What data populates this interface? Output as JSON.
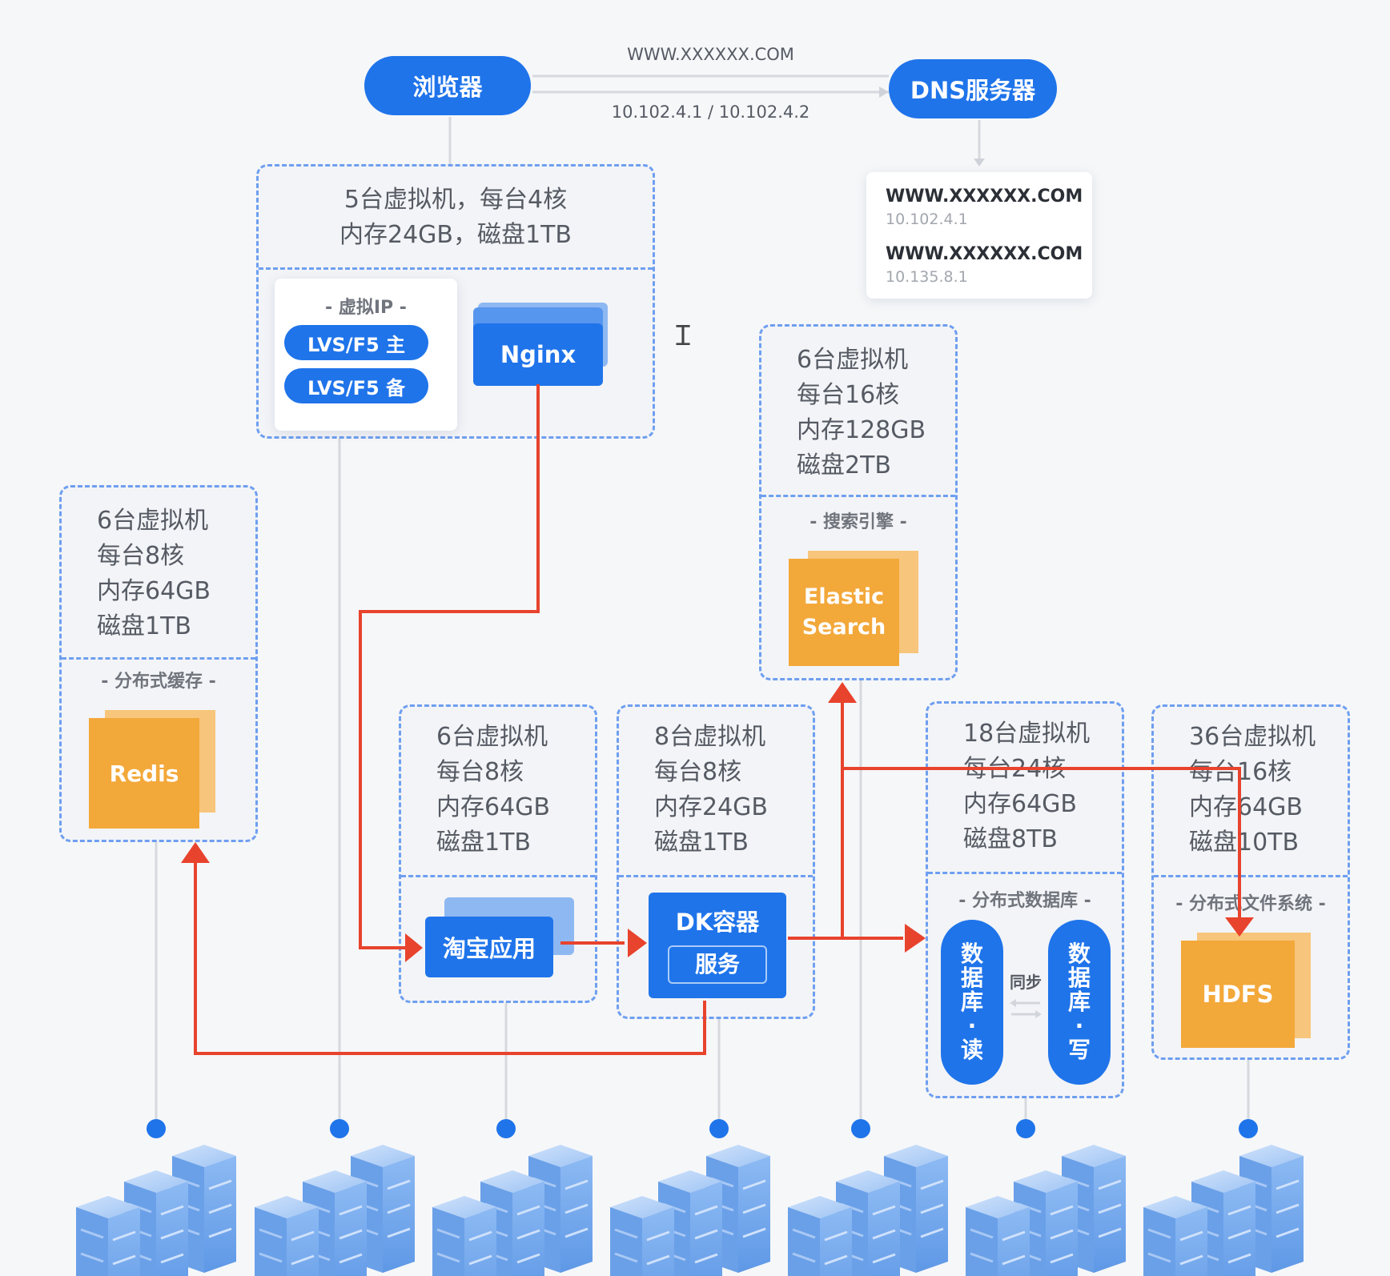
{
  "top": {
    "browser_label": "浏览器",
    "dns_label": "DNS服务器",
    "domain_label": "WWW.XXXXXX.COM",
    "ip_label": "10.102.4.1 / 10.102.4.2"
  },
  "dns_card": {
    "entries": [
      {
        "domain": "WWW.XXXXXX.COM",
        "ip": "10.102.4.1"
      },
      {
        "domain": "WWW.XXXXXX.COM",
        "ip": "10.135.8.1"
      }
    ]
  },
  "lb_panel": {
    "spec_line1": "5台虚拟机，每台4核",
    "spec_line2": "内存24GB，磁盘1TB",
    "vip_label": "- 虚拟IP -",
    "lvs_main": "LVS/F5 主",
    "lvs_backup": "LVS/F5 备",
    "nginx": "Nginx"
  },
  "cache_panel": {
    "spec": [
      "6台虚拟机",
      "每台8核",
      "内存64GB",
      "磁盘1TB"
    ],
    "section": "- 分布式缓存 -",
    "component": "Redis"
  },
  "search_panel": {
    "spec": [
      "6台虚拟机",
      "每台16核",
      "内存128GB",
      "磁盘2TB"
    ],
    "section": "- 搜索引擎 -",
    "component_line1": "Elastic",
    "component_line2": "Search"
  },
  "app_panel": {
    "spec": [
      "6台虚拟机",
      "每台8核",
      "内存64GB",
      "磁盘1TB"
    ],
    "component": "淘宝应用"
  },
  "service_panel": {
    "spec": [
      "8台虚拟机",
      "每台8核",
      "内存24GB",
      "磁盘1TB"
    ],
    "component": "DK容器",
    "inner": "服务"
  },
  "db_panel": {
    "spec": [
      "18台虚拟机",
      "每台24核",
      "内存64GB",
      "磁盘8TB"
    ],
    "section": "- 分布式数据库 -",
    "read": [
      "数",
      "据",
      "库",
      "·",
      "读"
    ],
    "write": [
      "数",
      "据",
      "库",
      "·",
      "写"
    ],
    "sync": "同步"
  },
  "fs_panel": {
    "spec": [
      "36台虚拟机",
      "每台16核",
      "内存64GB",
      "磁盘10TB"
    ],
    "section": "- 分布式文件系统 -",
    "component": "HDFS"
  },
  "colors": {
    "primary_blue": "#1f74ea",
    "dashed_border": "#6e9ff0",
    "arrow_red": "#e8432d",
    "orange": "#f3a83a",
    "server_blue": "#7fb0ef"
  },
  "icons": {
    "cursor": "text-cursor-icon",
    "server": "server-rack-icon"
  }
}
